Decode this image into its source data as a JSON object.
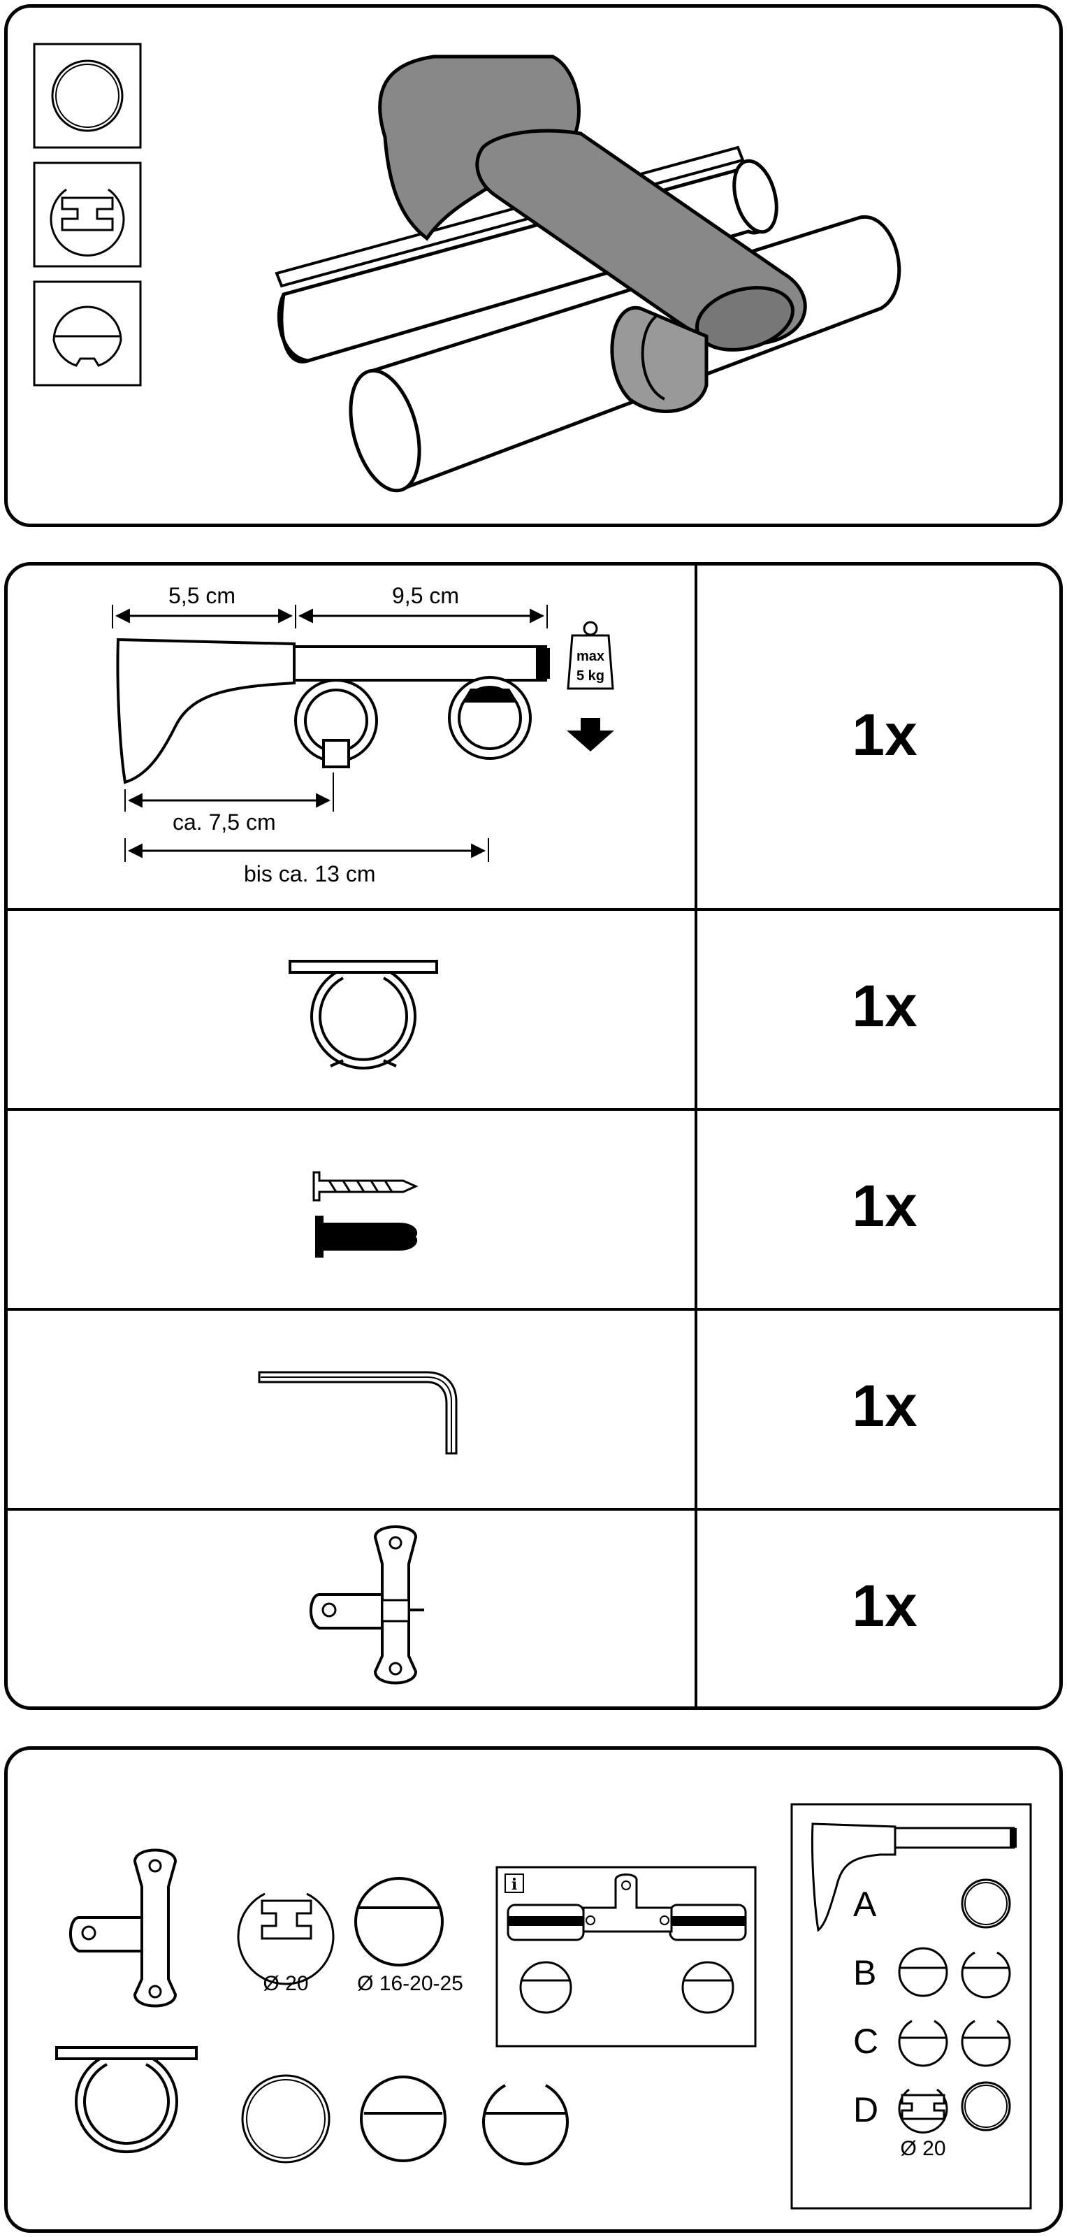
{
  "overview": {
    "profiles": [
      "round-rod-profile",
      "double-track-profile",
      "single-track-profile"
    ]
  },
  "parts": {
    "dimensions": {
      "top_left": "5,5 cm",
      "top_right": "9,5 cm",
      "bottom_short": "ca. 7,5 cm",
      "bottom_long": "bis ca. 13 cm"
    },
    "weight_badge": {
      "line1": "max",
      "line2": "5 kg"
    },
    "rows": [
      {
        "part": "double-bracket",
        "qty": "1x"
      },
      {
        "part": "ceiling-holder",
        "qty": "1x"
      },
      {
        "part": "screw-and-dowel",
        "qty": "1x"
      },
      {
        "part": "allen-key",
        "qty": "1x"
      },
      {
        "part": "mounting-plate",
        "qty": "1x"
      }
    ]
  },
  "compatibility": {
    "diameter_double_track": "Ø 20",
    "diameter_range": "Ø 16-20-25",
    "info_icon": "i",
    "legend": {
      "rows": [
        "A",
        "B",
        "C",
        "D"
      ],
      "footer": "Ø 20"
    }
  }
}
